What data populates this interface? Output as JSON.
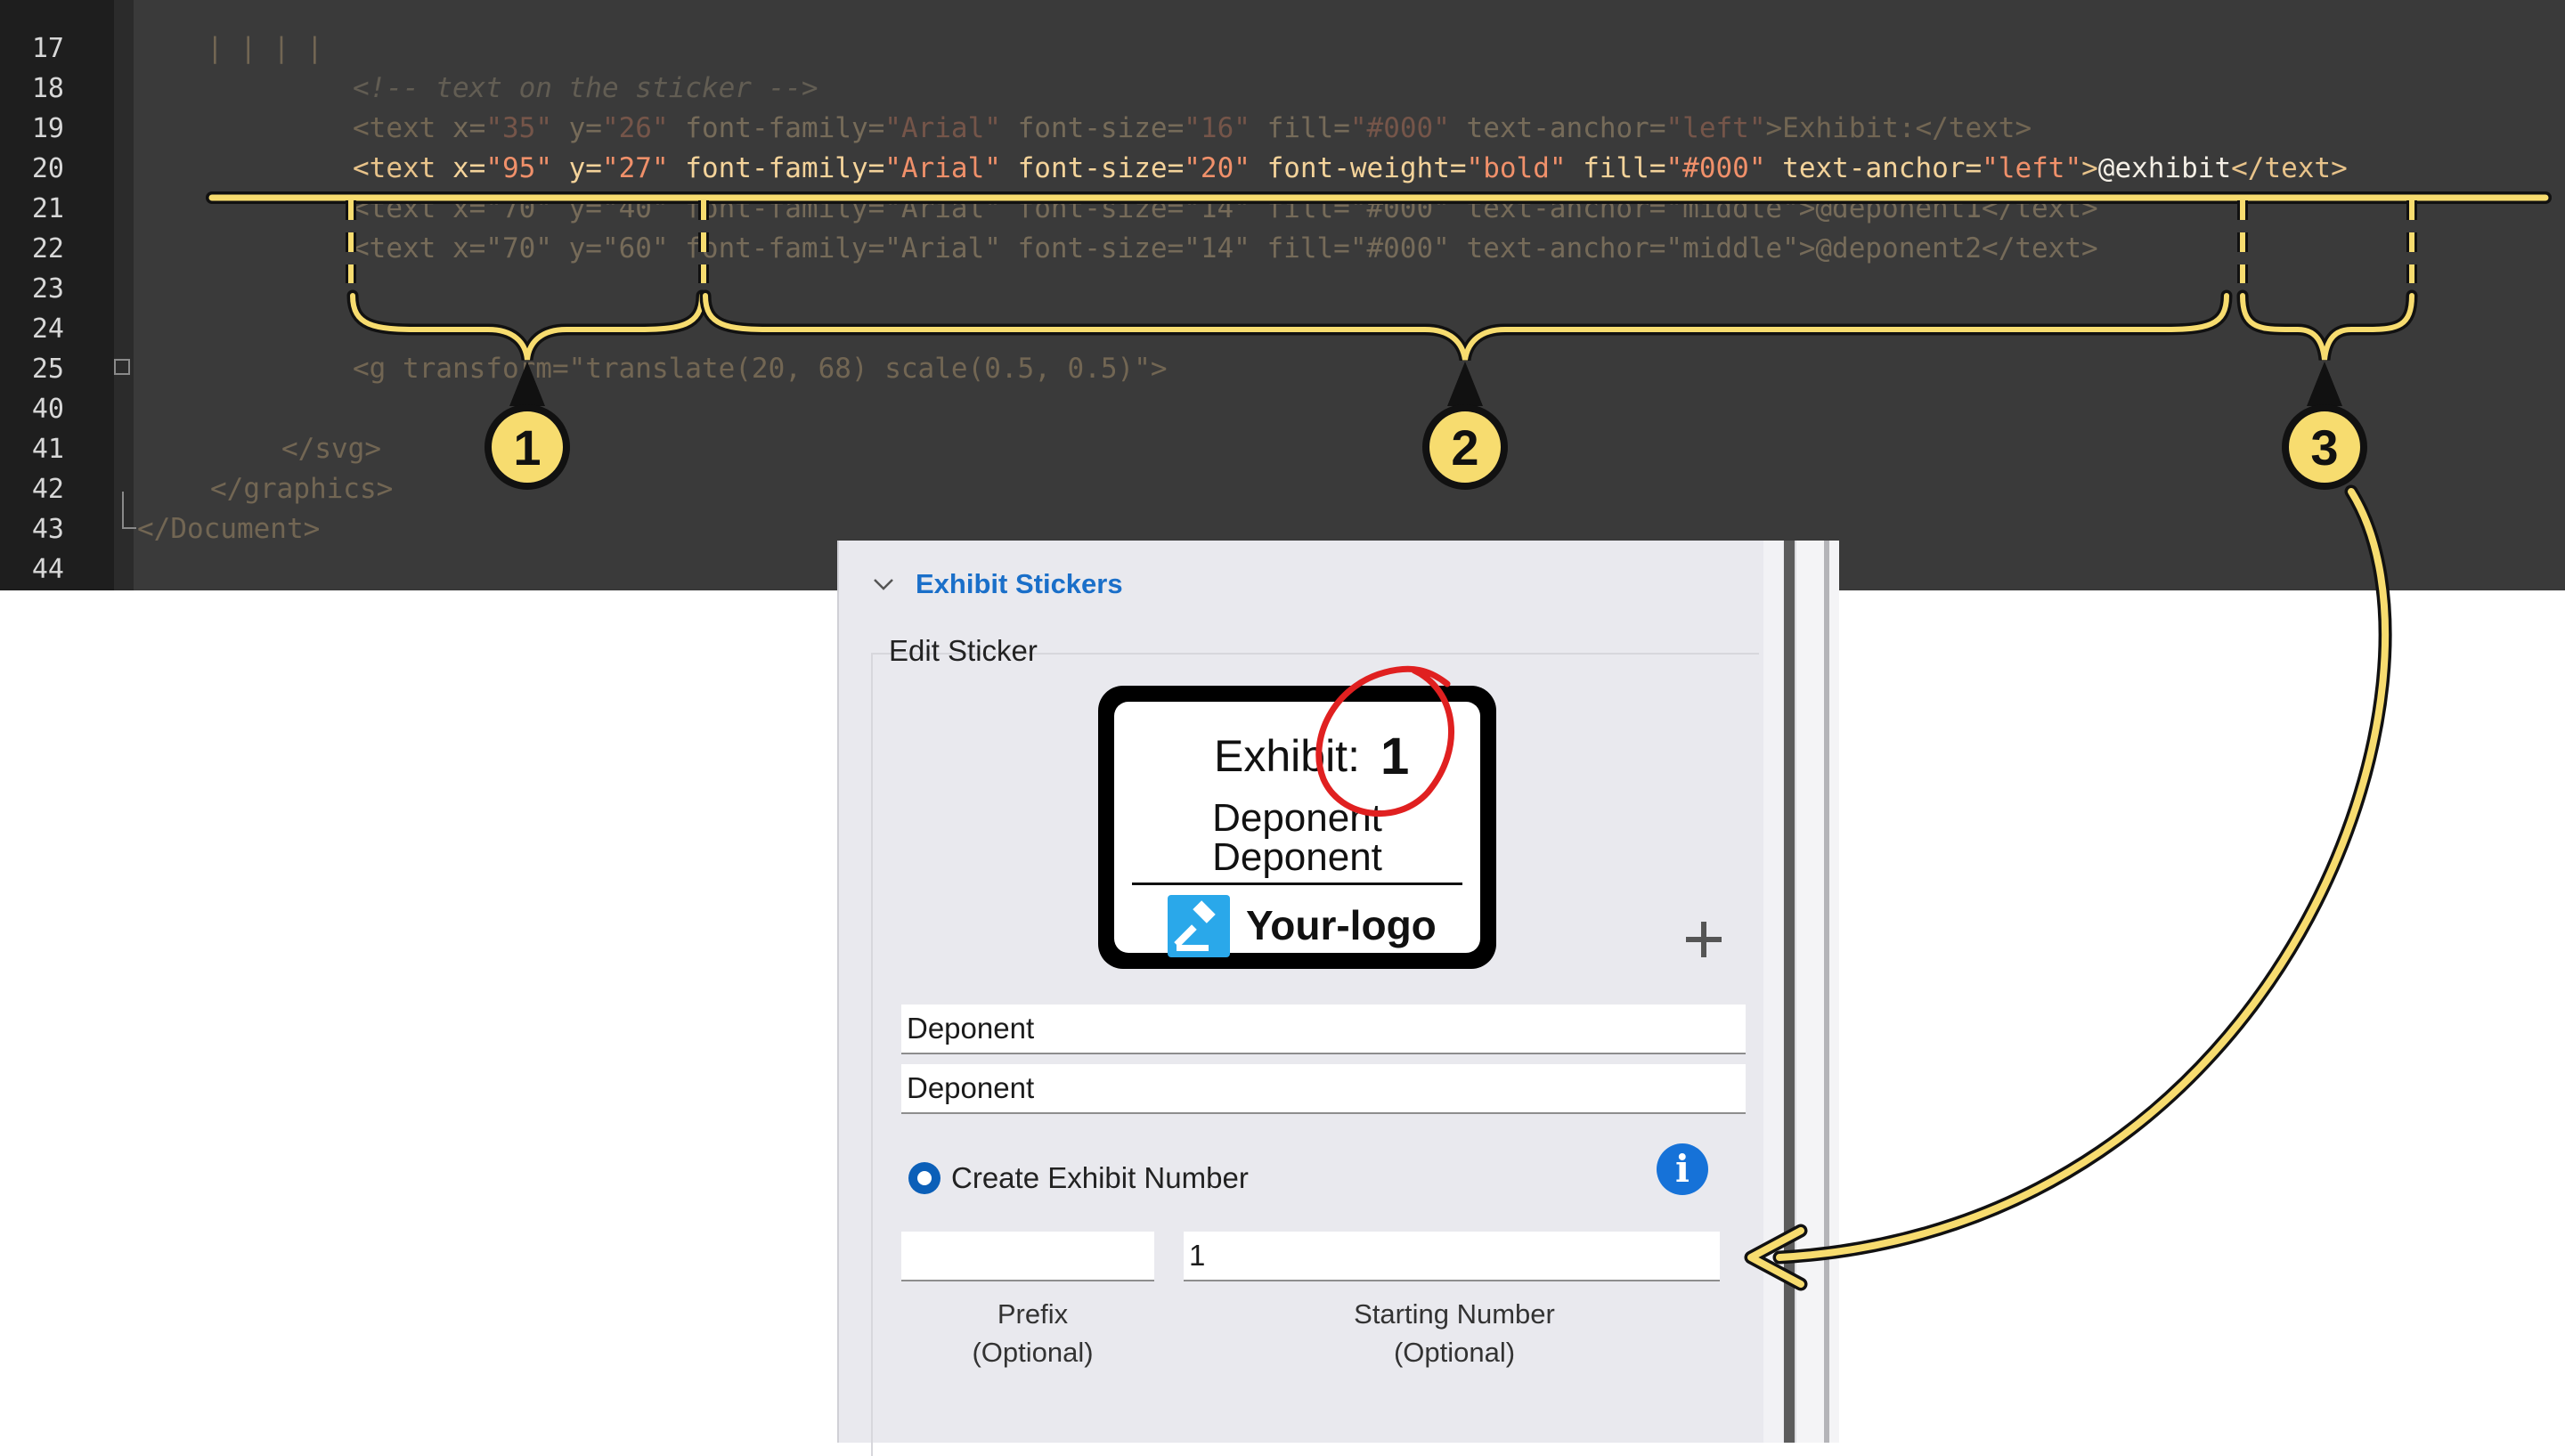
{
  "editor": {
    "line_numbers": [
      "17",
      "18",
      "19",
      "20",
      "21",
      "22",
      "23",
      "24",
      "25",
      "40",
      "41",
      "42",
      "43",
      "44"
    ],
    "line17": "| | | |",
    "line18": "<!-- text on the sticker -->",
    "line19": {
      "open": "<text",
      "a1": " x=",
      "v1": "\"35\"",
      "a2": " y=",
      "v2": "\"26\"",
      "a3": " font-family=",
      "v3": "\"Arial\"",
      "a4": " font-size=",
      "v4": "\"16\"",
      "a5": " fill=",
      "v5": "\"#000\"",
      "a6": " text-anchor=",
      "v6": "\"left\"",
      "close": ">Exhibit:</text>"
    },
    "line20": {
      "open": "<text",
      "a1": " x=",
      "v1": "\"95\"",
      "a2": " y=",
      "v2": "\"27\"",
      "a3": " font-family=",
      "v3": "\"Arial\"",
      "a4": " font-size=",
      "v4": "\"20\"",
      "a5": " font-weight=",
      "v5": "\"bold\"",
      "a6": " fill=",
      "v6": "\"#000\"",
      "a7": " text-anchor=",
      "v7": "\"left\"",
      "gt": ">",
      "content": "@exhibit",
      "close": "</text>"
    },
    "line21": "<text x=\"70\" y=\"40\" font-family=\"Arial\" font-size=\"14\" fill=\"#000\" text-anchor=\"middle\">@deponent1</text>",
    "line22": "<text x=\"70\" y=\"60\" font-family=\"Arial\" font-size=\"14\" fill=\"#000\" text-anchor=\"middle\">@deponent2</text>",
    "line25": "<g transform=\"translate(20, 68) scale(0.5, 0.5)\">",
    "line41": "</svg>",
    "line42": "</graphics>",
    "line43": "</Document>"
  },
  "callouts": [
    "1",
    "2",
    "3"
  ],
  "colors": {
    "callout_yellow": "#f7dc6f",
    "accent_blue": "#1a6fc9",
    "radio_blue": "#0b5fb8",
    "logo_blue": "#2aa8ea",
    "annotation_red": "#e02020"
  },
  "panel": {
    "section_title": "Exhibit Stickers",
    "edit_label": "Edit Sticker",
    "sticker": {
      "exhibit_label": "Exhibit:",
      "exhibit_number": "1",
      "deponent1": "Deponent",
      "deponent2": "Deponent",
      "logo_text": "Your-logo"
    },
    "deponent_field1": "Deponent",
    "deponent_field2": "Deponent",
    "create_exhibit_label": "Create Exhibit Number",
    "prefix_value": "",
    "starting_number_value": "1",
    "prefix_caption1": "Prefix",
    "prefix_caption2": "(Optional)",
    "start_caption1": "Starting Number",
    "start_caption2": "(Optional)",
    "icons": [
      "chevron-down-icon",
      "gavel-icon",
      "plus-icon",
      "info-icon"
    ]
  }
}
